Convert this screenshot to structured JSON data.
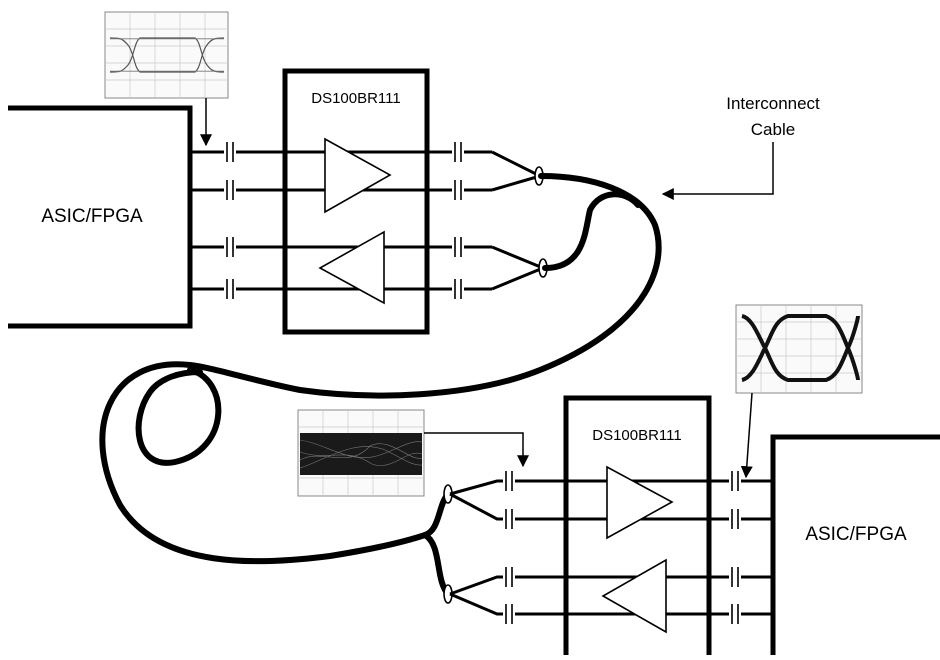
{
  "labels": {
    "asic_left": "ASIC/FPGA",
    "asic_right": "ASIC/FPGA",
    "redriver_top": "DS100BR111",
    "redriver_bottom": "DS100BR111",
    "cable_line1": "Interconnect",
    "cable_line2": "Cable"
  },
  "colors": {
    "ink": "#000000",
    "grid": "#c9c9c9",
    "background": "#ffffff"
  },
  "icons": {
    "eye_top": "clean-eye-diagram",
    "eye_middle": "closed-eye-diagram",
    "eye_right": "restored-eye-diagram"
  }
}
